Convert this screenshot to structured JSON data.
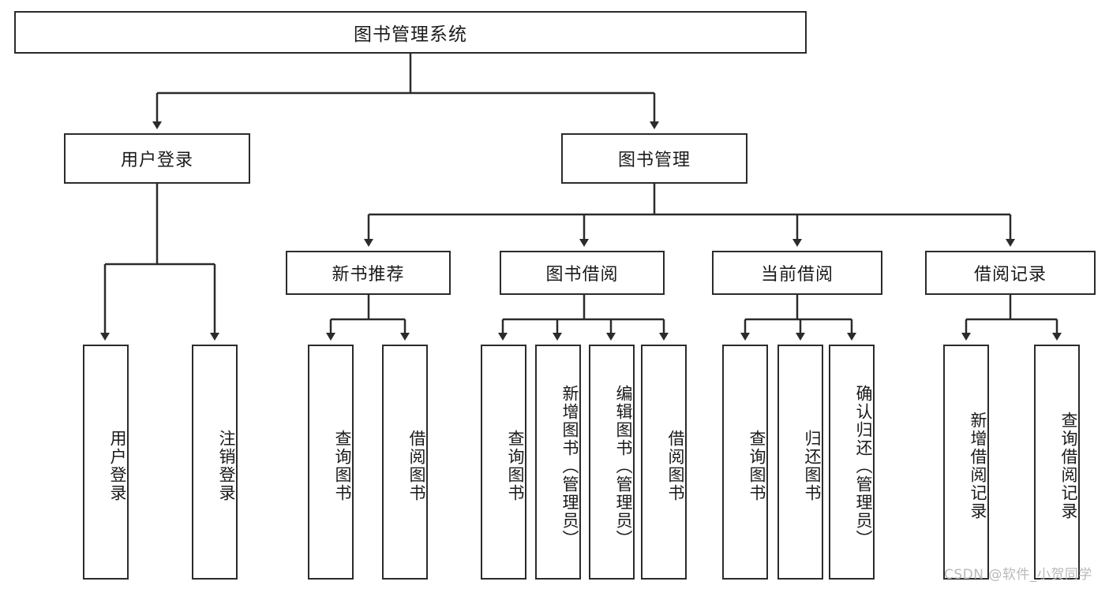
{
  "diagram": {
    "type": "hierarchy-tree",
    "title": "图书管理系统",
    "watermark": "CSDN @软件_小贺同学",
    "colors": {
      "stroke": "#2b2b2b",
      "fill": "#ffffff",
      "text": "#1a1a1a",
      "watermark": "#b9b9b9"
    },
    "root": {
      "label": "图书管理系统"
    },
    "level2": [
      {
        "label": "用户登录"
      },
      {
        "label": "图书管理"
      }
    ],
    "level3": [
      {
        "label": "新书推荐"
      },
      {
        "label": "图书借阅"
      },
      {
        "label": "当前借阅"
      },
      {
        "label": "借阅记录"
      }
    ],
    "leaves": {
      "user_login": [
        {
          "label": "用户登录"
        },
        {
          "label": "注销登录"
        }
      ],
      "new_book_recommend": [
        {
          "label": "查询图书"
        },
        {
          "label": "借阅图书"
        }
      ],
      "book_borrow": [
        {
          "label": "查询图书"
        },
        {
          "label": "新增图书（管理员）"
        },
        {
          "label": "编辑图书（管理员）"
        },
        {
          "label": "借阅图书"
        }
      ],
      "current_borrow": [
        {
          "label": "查询图书"
        },
        {
          "label": "归还图书"
        },
        {
          "label": "确认归还（管理员）"
        }
      ],
      "borrow_record": [
        {
          "label": "新增借阅记录"
        },
        {
          "label": "查询借阅记录"
        }
      ]
    }
  }
}
